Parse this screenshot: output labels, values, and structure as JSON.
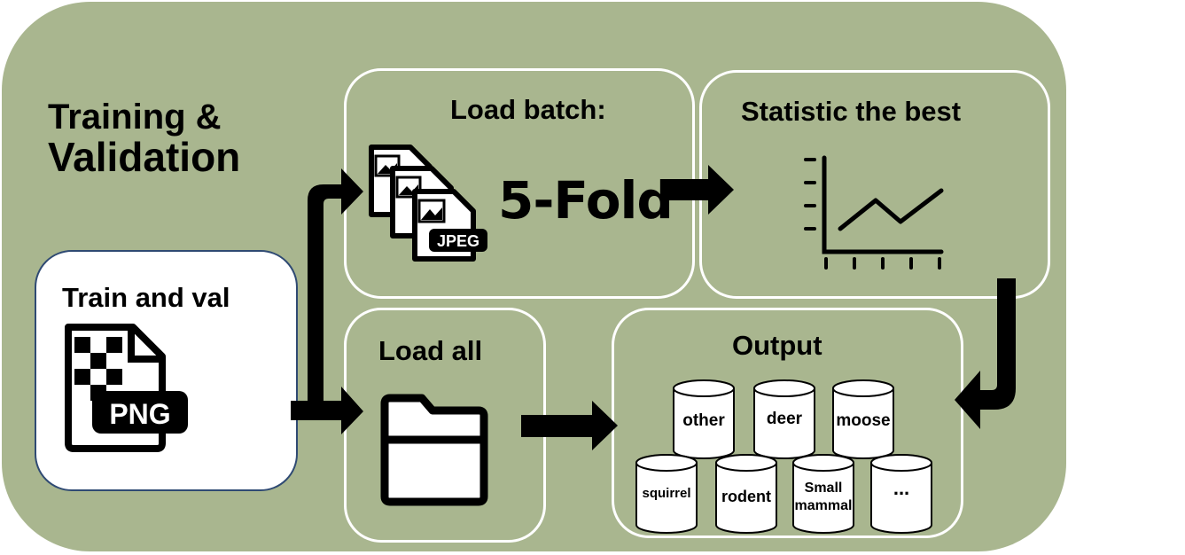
{
  "title": {
    "line1": "Training &",
    "line2": "Validation"
  },
  "train_box": {
    "label": "Train and val",
    "file_badge": "PNG"
  },
  "load_batch": {
    "label": "Load batch:",
    "file_badge": "JPEG",
    "fold_text": "5-Fold"
  },
  "statistic": {
    "label": "Statistic the best"
  },
  "load_all": {
    "label": "Load all"
  },
  "output": {
    "label": "Output",
    "classes_row1": [
      "other",
      "deer",
      "moose"
    ],
    "classes_row2": [
      "squirrel",
      "rodent",
      "Small mammal",
      "..."
    ]
  },
  "colors": {
    "background": "#a9b68f",
    "box_border": "#ffffff",
    "train_border": "#2f4a73"
  }
}
